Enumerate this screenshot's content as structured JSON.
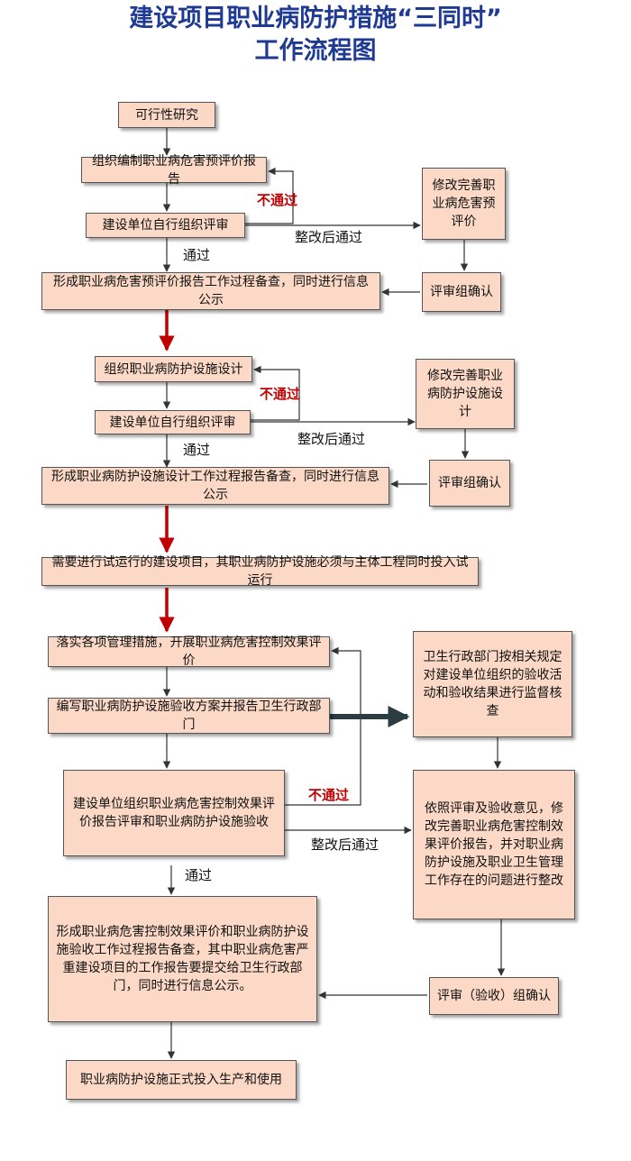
{
  "title": {
    "line1": "建设项目职业病防护措施“三同时”",
    "line2": "工作流程图"
  },
  "phase1": {
    "feasibility": "可行性研究",
    "compile_pre_eval": "组织编制职业病危害预评价报告",
    "self_review": "建设单位自行组织评审",
    "fail": "不通过",
    "pass": "通过",
    "rectify_pass": "整改后通过",
    "revise": "修改完善职业病危害预评价",
    "panel_confirm": "评审组确认",
    "record": "形成职业病危害预评价报告工作过程备查，同时进行信息公示"
  },
  "phase2": {
    "design": "组织职业病防护设施设计",
    "self_review": "建设单位自行组织评审",
    "fail": "不通过",
    "pass": "通过",
    "rectify_pass": "整改后通过",
    "revise": "修改完善职业病防护设施设计",
    "panel_confirm": "评审组确认",
    "record": "形成职业病防护设施设计工作过程报告备查，同时进行信息公示"
  },
  "trial_run": "需要进行试运行的建设项目，其职业病防护设施必须与主体工程同时投入试运行",
  "phase3": {
    "measures": "落实各项管理措施，开展职业病危害控制效果评价",
    "acceptance_plan": "编写职业病防护设施验收方案并报告卫生行政部门",
    "supervision": "卫生行政部门按相关规定对建设单位组织的验收活动和验收结果进行监督核查",
    "review_acceptance": "建设单位组织职业病危害控制效果评价报告评审和职业病防护设施验收",
    "fail": "不通过",
    "rectify_pass": "整改后通过",
    "pass": "通过",
    "rectify": "依照评审及验收意见，修改完善职业病危害控制效果评价报告，并对职业病防护设施及职业卫生管理工作存在的问题进行整改",
    "panel_confirm": "评审（验收）组确认",
    "record": "形成职业病危害控制效果评价和职业病防护设施验收工作过程报告备查，其中职业病危害严重建设项目的工作报告要提交给卫生行政部门，同时进行信息公示。",
    "final": "职业病防护设施正式投入生产和使用"
  },
  "colors": {
    "title": "#1f3a93",
    "box_fill": "#fbd9c6",
    "red_arrow": "#c00000",
    "fail_text": "#c00000"
  }
}
